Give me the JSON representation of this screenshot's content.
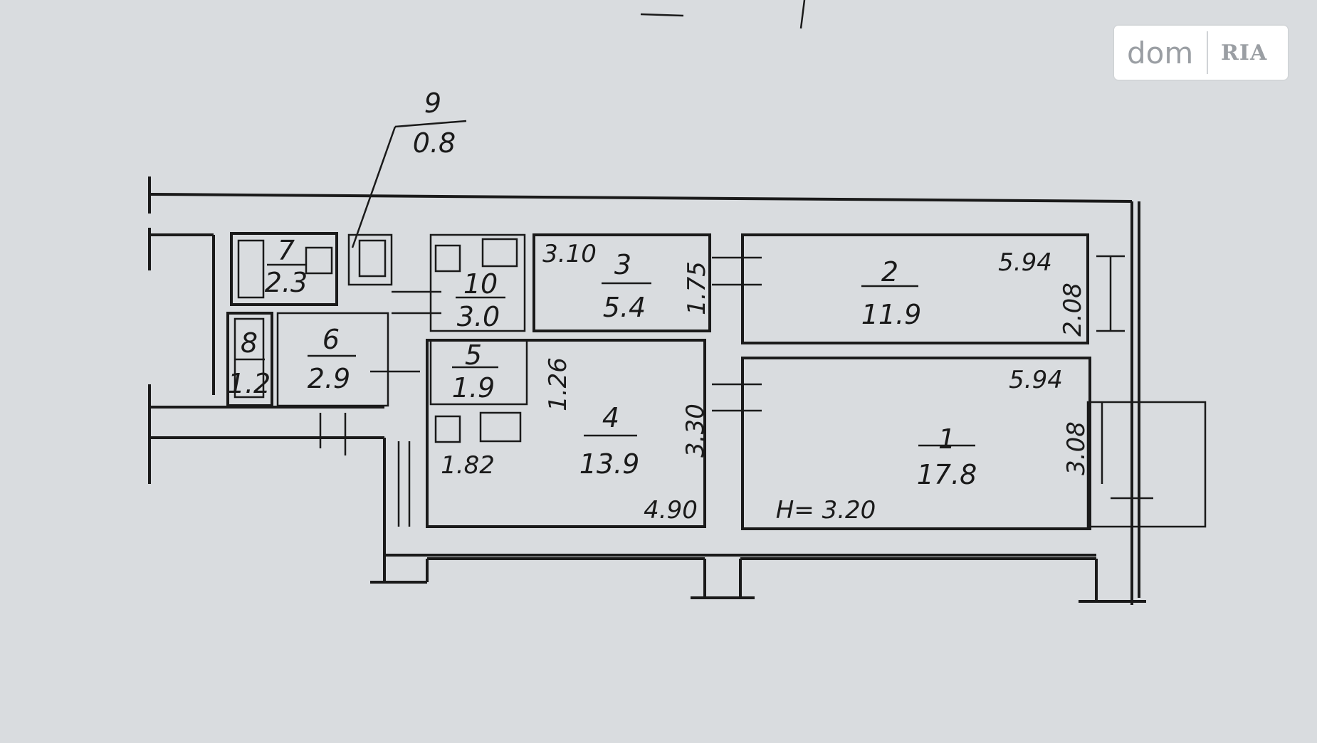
{
  "watermark": {
    "left": "dom",
    "right": "RIA"
  },
  "callout": {
    "number": "9",
    "area": "0.8"
  },
  "rooms": [
    {
      "number": "1",
      "area": "17.8"
    },
    {
      "number": "2",
      "area": "11.9"
    },
    {
      "number": "3",
      "area": "5.4"
    },
    {
      "number": "4",
      "area": "13.9"
    },
    {
      "number": "5",
      "area": "1.9"
    },
    {
      "number": "6",
      "area": "2.9"
    },
    {
      "number": "7",
      "area": "2.3"
    },
    {
      "number": "8",
      "area": "1.2"
    },
    {
      "number": "10",
      "area": "3.0"
    }
  ],
  "dimensions": [
    "3.10",
    "1.75",
    "5.94",
    "2.08",
    "5.94",
    "3.08",
    "1.26",
    "3.30",
    "1.82",
    "4.90"
  ],
  "height_label": "H= 3.20"
}
